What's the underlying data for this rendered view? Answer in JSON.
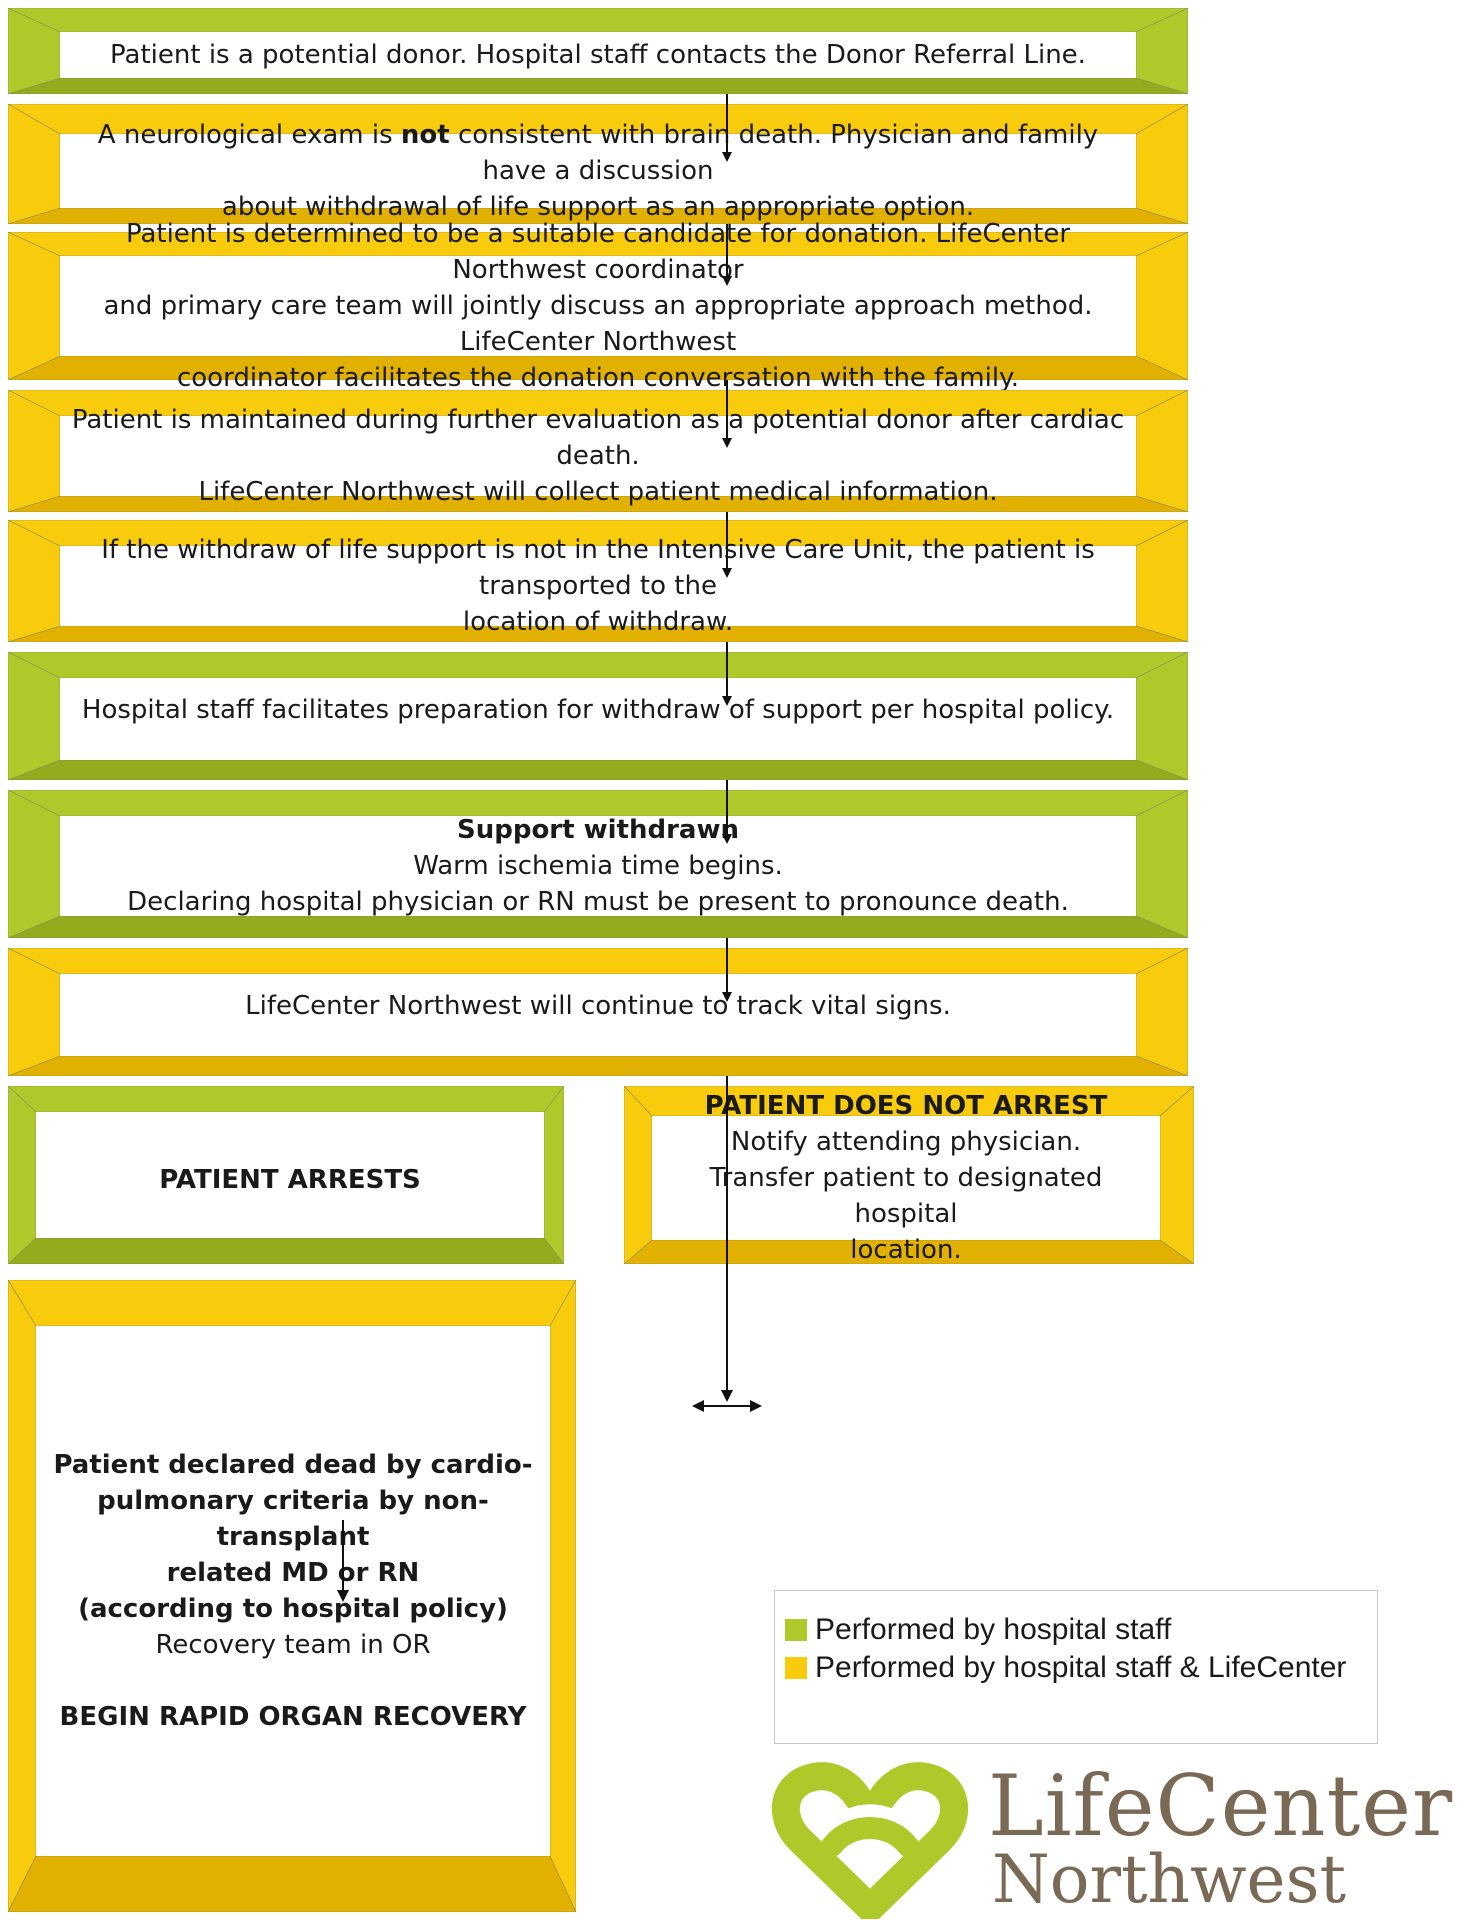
{
  "colors": {
    "green": "#afc92b",
    "green_dark": "#93ab1c",
    "yellow": "#f8cb0c",
    "yellow_dark": "#e1b000"
  },
  "steps": [
    {
      "id": "s1",
      "color": "green",
      "lines": [
        "Patient is a potential donor.  Hospital staff contacts the Donor Referral Line."
      ]
    },
    {
      "id": "s2",
      "color": "yellow",
      "lines": [
        {
          "pre": "A neurological exam is ",
          "bold": "not",
          "post": " consistent with brain death.  Physician and family have a discussion"
        },
        "about withdrawal of life support as an appropriate option."
      ]
    },
    {
      "id": "s3",
      "color": "yellow",
      "lines": [
        "Patient is determined to be a suitable candidate for donation.  LifeCenter Northwest coordinator",
        "and primary care team will jointly discuss an appropriate approach method.  LifeCenter Northwest",
        "coordinator facilitates the donation conversation with the family."
      ]
    },
    {
      "id": "s4",
      "color": "yellow",
      "lines": [
        "Patient is maintained during further evaluation as a potential donor after cardiac death.",
        "LifeCenter Northwest will collect patient medical information."
      ]
    },
    {
      "id": "s5",
      "color": "yellow",
      "lines": [
        "If the withdraw of life support is not in the Intensive Care Unit, the patient is transported to the",
        "location of withdraw."
      ]
    },
    {
      "id": "s6",
      "color": "green",
      "lines": [
        "Hospital staff facilitates preparation for withdraw of support per hospital policy."
      ]
    },
    {
      "id": "s7",
      "color": "green",
      "title": "Support withdrawn",
      "lines": [
        "Warm ischemia time begins.",
        "Declaring hospital physician or RN must be present to pronounce death."
      ]
    },
    {
      "id": "s8",
      "color": "yellow",
      "lines": [
        "LifeCenter Northwest will continue to track vital signs."
      ]
    }
  ],
  "branch_left": {
    "color": "green",
    "title": "PATIENT ARRESTS"
  },
  "branch_right": {
    "color": "yellow",
    "title": "PATIENT DOES NOT ARREST",
    "lines": [
      "Notify attending physician.",
      "Transfer patient to designated hospital",
      "location."
    ]
  },
  "final": {
    "color": "yellow",
    "bold_lines": [
      "Patient declared dead by cardio-",
      "pulmonary criteria by non-transplant",
      "related MD or RN",
      "(according to hospital policy)"
    ],
    "line": "Recovery team in OR",
    "closing": "BEGIN RAPID ORGAN RECOVERY"
  },
  "legend": [
    {
      "color": "green",
      "label": "Performed by hospital staff"
    },
    {
      "color": "yellow",
      "label": "Performed by hospital staff & LifeCenter"
    }
  ],
  "logo": {
    "word1": "LifeCenter",
    "word2": "Northwest",
    "mark": "heart-chain-logo"
  }
}
